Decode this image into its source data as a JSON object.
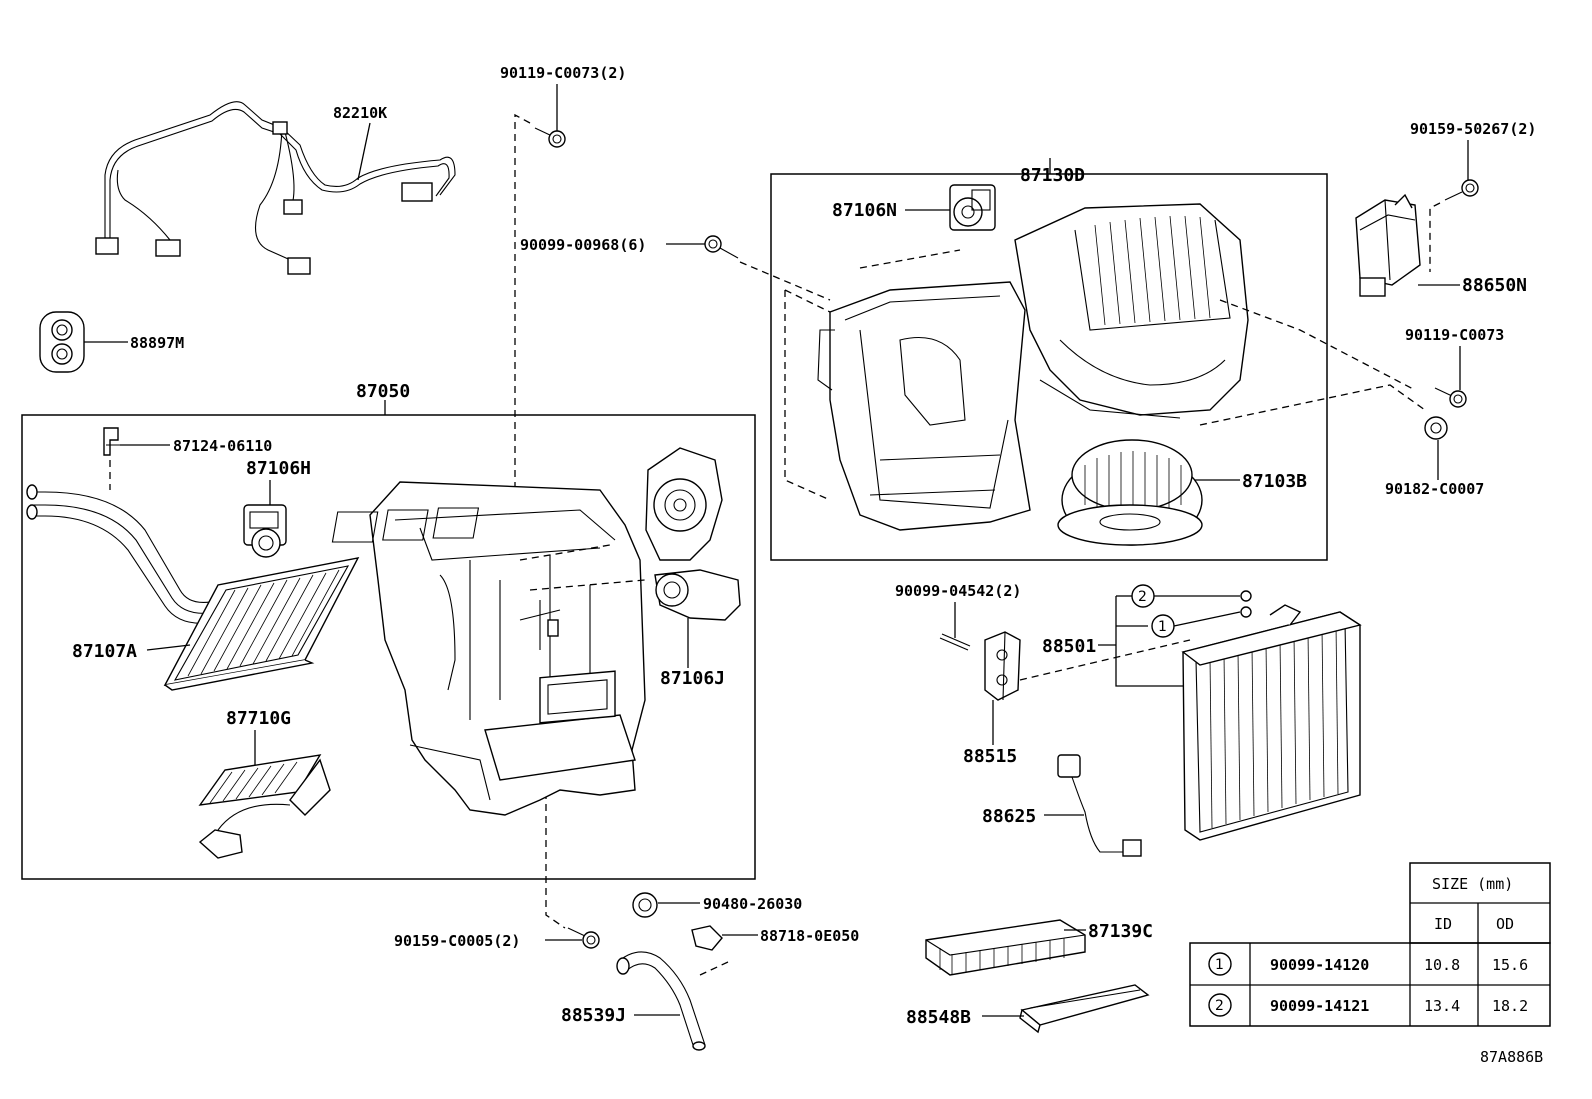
{
  "labels": {
    "p82210K": "82210K",
    "p90119_C0073_2": "90119-C0073(2)",
    "p88897M": "88897M",
    "p87050": "87050",
    "p87124_06110": "87124-06110",
    "p87106H": "87106H",
    "p87107A": "87107A",
    "p87710G": "87710G",
    "p87106J": "87106J",
    "p87130D": "87130D",
    "p87106N": "87106N",
    "p90099_00968_6": "90099-00968(6)",
    "p90159_50267_2": "90159-50267(2)",
    "p88650N": "88650N",
    "p90119_C0073": "90119-C0073",
    "p90182_C0007": "90182-C0007",
    "p87103B": "87103B",
    "p90099_04542_2": "90099-04542(2)",
    "p88501": "88501",
    "p88515": "88515",
    "p88625": "88625",
    "p90480_26030": "90480-26030",
    "p88718_0E050": "88718-0E050",
    "p90159_C0005_2": "90159-C0005(2)",
    "p88539J": "88539J",
    "p87139C": "87139C",
    "p88548B": "88548B",
    "callout1": "1",
    "callout2": "2",
    "diagram_code": "87A886B"
  },
  "size_table": {
    "header": "SIZE (mm)",
    "col_id": "ID",
    "col_od": "OD",
    "rows": [
      {
        "ref": "1",
        "part": "90099-14120",
        "id": "10.8",
        "od": "15.6"
      },
      {
        "ref": "2",
        "part": "90099-14121",
        "id": "13.4",
        "od": "18.2"
      }
    ]
  }
}
